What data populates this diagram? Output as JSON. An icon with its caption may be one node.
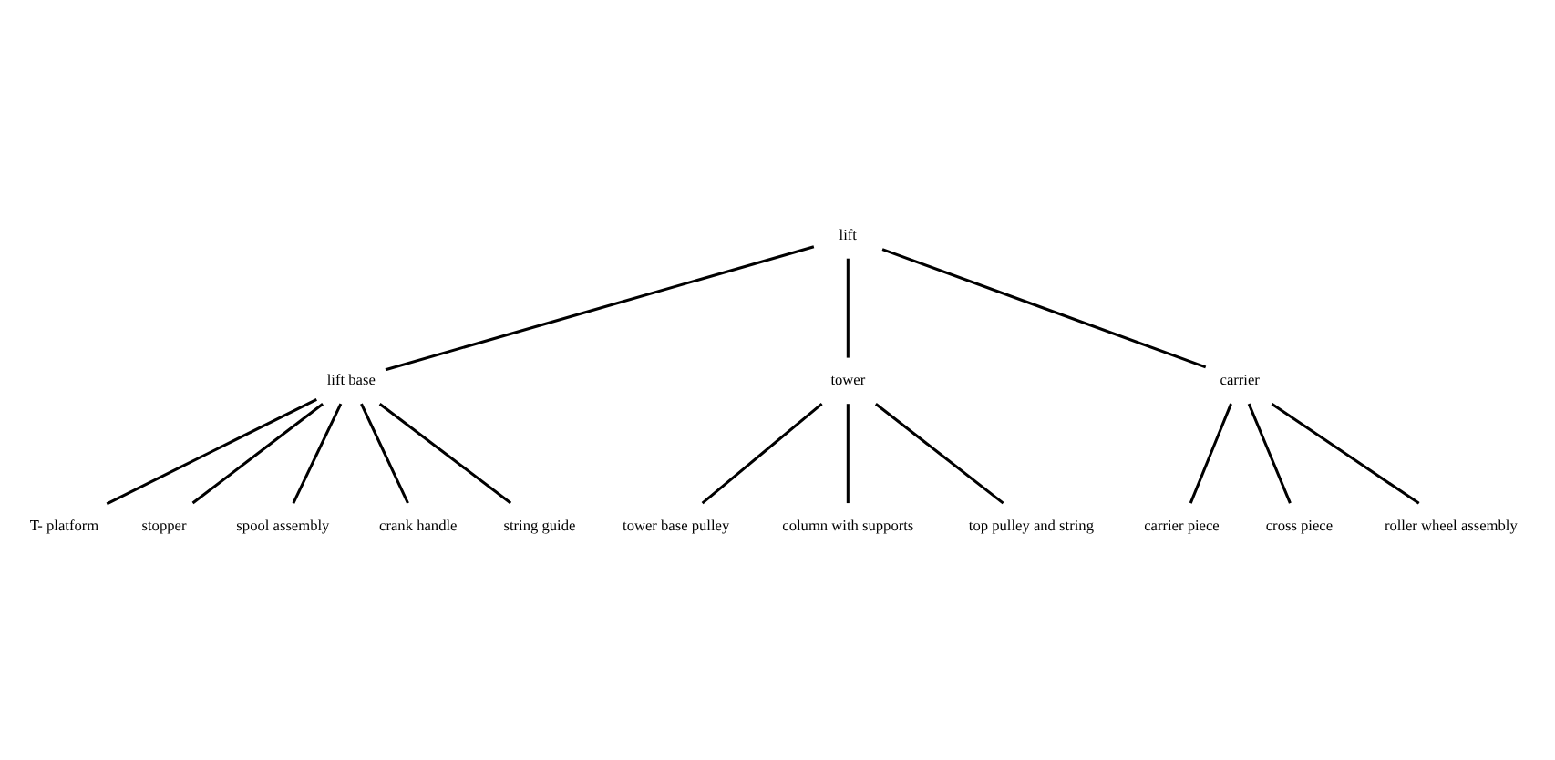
{
  "diagram": {
    "nodes": [
      {
        "text": [
          "lift"
        ]
      },
      {
        "text": [
          "lift base"
        ]
      },
      {
        "text": [
          "tower"
        ]
      },
      {
        "text": [
          "carrier"
        ]
      },
      {
        "text": [
          "T- platform"
        ]
      },
      {
        "text": [
          "stopper"
        ]
      },
      {
        "text": [
          "spool assembly"
        ]
      },
      {
        "text": [
          "crank handle"
        ]
      },
      {
        "text": [
          "string guide"
        ]
      },
      {
        "text": [
          "tower base pulley"
        ]
      },
      {
        "text": [
          "column with supports"
        ]
      },
      {
        "text": [
          "top pulley and string"
        ]
      },
      {
        "text": [
          "carrier piece"
        ]
      },
      {
        "text": [
          "cross piece"
        ]
      },
      {
        "text": [
          "roller wheel assembly"
        ]
      }
    ],
    "edges": [
      {
        "from": 0,
        "to": 1,
        "arrow": "none"
      },
      {
        "from": 0,
        "to": 2,
        "arrow": "none"
      },
      {
        "from": 0,
        "to": 3,
        "arrow": "none"
      },
      {
        "from": 1,
        "to": 4,
        "arrow": "none"
      },
      {
        "from": 1,
        "to": 5,
        "arrow": "none"
      },
      {
        "from": 1,
        "to": 6,
        "arrow": "none"
      },
      {
        "from": 1,
        "to": 7,
        "arrow": "none"
      },
      {
        "from": 1,
        "to": 8,
        "arrow": "none"
      },
      {
        "from": 2,
        "to": 9,
        "arrow": "none"
      },
      {
        "from": 2,
        "to": 10,
        "arrow": "none"
      },
      {
        "from": 2,
        "to": 11,
        "arrow": "none"
      },
      {
        "from": 3,
        "to": 12,
        "arrow": "none"
      },
      {
        "from": 3,
        "to": 13,
        "arrow": "none"
      },
      {
        "from": 3,
        "to": 14,
        "arrow": "none"
      }
    ]
  }
}
